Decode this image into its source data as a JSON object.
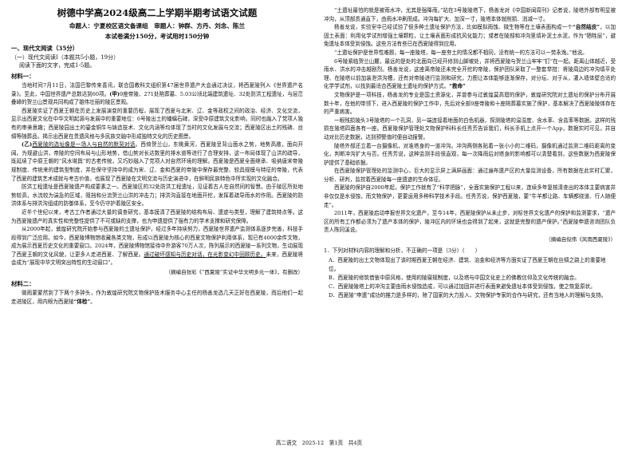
{
  "header": {
    "title": "树德中学高2024级高二上学期半期考试语文试题",
    "setters": "命题人：宁夏校区语文备课组　审题人：钟群、方丹、刘念、陈兰",
    "info": "本试卷满分150分，考试用时150分钟"
  },
  "section1": {
    "title": "一、现代文阅读（35分）",
    "sub": "（一）现代文阅读Ⅰ（本题共5小题，19分）",
    "instruction": "阅读下面的文字，完成1-5题。"
  },
  "material1": {
    "label": "材料一：",
    "p1": "当地时间7月11日，法国巴黎传来喜讯，联合国教科文组织第47届世界遗产大会通过决议，将西夏陵列入《世界遗产名录》。至此，中国世界遗产总数达到60项。",
    "p1_mark": "(甲)",
    "p1_rest": "9座帝陵、271处陪葬墓、5.03公顷北端建筑遗址、32处防洪工程遗址，与层峦叠嶂的贺兰山景观共同构成了雄伟壮丽的陵区景观。",
    "p2": "西夏陵实证了西夏王朝在历史上发展演变的重要历程，展现了西夏与北宋、辽、金等政权之间的政治、经济、文化交流，显示出西夏文化在中华文明起源与发展中的重要地位：6号陵出土的蟠螭石碑，深受中原建筑文化影响，同时也融入了党项人独有的审美意趣；西夏陵园出土的鎏金铜牛与铸造技术、文化内涵等均体现了当时的文化发展与交流；西夏陵区出土的残碑、丝绸等随葬品，揭示出西夏在贵遗风格与多民族交融中形成独特文化的历史图景。",
    "p3_mark": "(乙)",
    "p3_ul": "西夏陵的选址像是一场人与自然的默契对话",
    "p3_rest": "。西倚贺兰山，东眺黄河，西夏陵呈背山面水之势，地势高敞，面向开阔。为规避山洪，帝陵的空间布局与山形地势，借山势对长达数里的排水道等进行了合理安排，这一布局体现了山洪的疏导，既延续了中原王朝的“风水堪舆”的古老传统，又巧妙融入了党项人对自然环境的理解。西夏陵是西夏全面继承、吸纳唐宋帝陵规制度、传统来的建筑型制度，并在保守坚持中的成为宋、辽、金和西夏的帝陵中保存最完整、较具规模与特征的帝陵，代表了西夏的建筑艺术成就与考古价值，也展现了西夏陵在文明交流与历史演进中，在鲜明民族特色中所实现的文化融合。",
    "p4": "防洪工程遗址是西夏陵遗产构成要素之一。西夏陵区的32处防洪工程遗址，见证着古人在自然间的智慧。由于陵区所处地势较高，水流较为湍急的区域，阻挡和分流贺兰山洪的冲击力；排洪沟直接在地面开挖，发挥着疏导雨水的作用。西夏陵的防洪体系与排洪沟组成的防御体系，至今仍守护着陵区安全。",
    "p5": "近半个世纪以来，考古工作者通过大量的调查研究，基本摸清了西夏陵的结构布局、遗迹与类型，理解了建筑特点等。这为西夏陵遗产的真实性和完整性提供了不可或缺的支撑，也为申遗提供了强有力的学术支撑和研究保障。",
    "p6": "从2000年起，敦煌研究院开始参与西夏陵的土遗址保护，经过多年持续努力，西夏陵世界遗产监测体系逐步完善，科技手段得到广泛应用。如今，西夏陵博物馆收藏各类文物，形成以西夏陵为核心的西夏文物保护利用体系，现已有4000余件文物，成为展示西夏历史文化的重要窗口。2024年，西夏陵博物馆接待中外游客70万人次，陈列展示的西夏陵一系列文物，生动展现了西夏王朝的文化风貌，让更多人走进西夏、了解西夏。",
    "p6_ul": "通过破坏感知与历史对话，在光影变幻中回顾历史。",
    "p6_rest": "未来，西夏陵将会成为“展现中华文明突出特性的生动窗口”。",
    "source": "（摘编自张彩《“西夏陵”实证中华文明多元一体》，有删改）"
  },
  "material2": {
    "label": "材料二：",
    "p1": "微雨蒙蒙然到了下两个多钟头，作为敦煌研究院文物保护技术服务中心主任的杨善龙选几天正好在西夏陵，而后他们一起走进陵区，用内眼为西夏陵",
    "p1_bold": "“体检”",
    "p1_end": "。",
    "p2": "“土遗址最怕的就是被雨水冲，尤其是强降雨。”站在3号陵陵塔下，杨善龙对《中国新闻周刊》记者说，陵塔外部有明显被冲沟，从顶部贯通直下，由雨水冲刷而成。冲沟每扩大、加深一寸，陵塔本体就削损、消减一寸。",
    "p3": "杨善龙说，实验室中已经试验了很多种土遗址保护方法，比如模拟雨蚀、微生物等在土壤表面构成一个",
    "p3_bold": "“自然结皮”",
    "p3_rest": "，以加固土表面：利用化学试剂增强土壤颗粒，让土壤表面形成抗风化能力；或者在陵部和冲沟里填补泥土水泥，作为“牺牲层”，避免遗址本体受到侵蚀。这些方法有些已在西夏陵得到应用。",
    "p4": "“土遗址保护是世界性难题，每一座陵塔，每一座夯土的情况都不相同，没有统一的方法可以一劳永逸。”他说。",
    "p5": "6号陵紧临贺兰山麓，最远的是处的北面向已经开修到山脚坡处，并将西夏陵与贺兰山牢牢“钉”在一起。距离山体越近，受雨水、洪水的冲击越剧烈。杨善龙说，这座离帝陵还未完全开挖的帝陵，保护团队采取了一整套举措：将陵周边的冲沟填平处理、在陵塔以前加装泄洪沟槽，还有对帝陵进行监测和研究，力图让本体能够逐渐保存，对分坛、对于从，灌入墙体壁合适的化学学试剂，以找到最适合西夏陵土遗址的保护方式。",
    "p5_bold": "“救命”",
    "p6": "文物保护是一项科技，杨善龙的专业是国土资源化，并曾参与过敦煌莫高窟的保护，敦煌研究院对土遗址的保护分布开展数十年，在他的带领下，进入西夏陵的保护工作中，先后对全部9座帝陵和十座陪葬墓实施了保护，基本解决了西夏陵陵体存在的严重病害。",
    "p7": "一眼残损陵头3号陵塔的一个孔洞，另一端连接着地面的白色机器，探测陵塔的温湿度、含水率、含盐率等数据。这样的残损在陵塔四面各有一座。西夏陵保护管理处文物保护科科长任秀芳告诉我们，科长手机上点开一个App，数据实时可见，并自动对比历史数据，达到预警值时便自动报警。",
    "p8": "陵塔外部还立着一台摄像机，对准塔身的一道冲沟。冲沟两侧各贴着一张小小的二维码，摄像机通过监测二维码距离的变化，判断冲沟扩大与否。任秀芳说，这种监测手段很直观，每一次降雨后对塔身的影响都可以清楚看到，这些数据为西夏陵保护提供了基础依据。",
    "p9": "在西夏陵保护管理处的监测中心，巨大的显示屏上满屏画面：通过遍布遗产区的大量监测设备，所有数据在此实时汇聚，分析、研判，监控着西夏陵每一座遗迹的生命体征。",
    "p10": "西夏陵的保护自2000年起，保护工作就有了“科学把脉”，全面实施保护工程以来，连续多年复核清查出的本体主要病害并非仅仅是水侵蚀，而文物保护，更要运用多种科学技术手段。任秀芳说，保护西夏陵，要“牛羊都让路、车辆都绕道、行人随便走”。",
    "p11": "2011年，西夏陵启动申报世界文化遗产，至今14年，西夏陵保护从未止步，对标世界文化遗产的保护和监测要求，“遗产区的所有工作都必须为了遗产本体的保护，陵冲区内的环境也会得到了起来，这就是完整的遗产保护。”西夏陵申遗咨询团队负责人陈同溪说。",
    "source": "（摘编自倪伟《风雨西夏陵》）"
  },
  "question1": {
    "stem": "1．下列对材料内容的理解和分析，不正确的一项是（3分）（　　）",
    "A": "A．西夏陵的出土文物体现出了该时期西夏王朝在经济、建筑、治金和经济等方面实证了西夏王朝在丝绸之路上的重要地位。",
    "B": "B．西夏陵的修筑借鉴中原风格，使用的陵寝规制度，以及塔与中国文化史上的佛教信仰及文化传统的融合。",
    "C": "C．西夏陵陵塔上的冲沟主要由雨水侵蚀造成，可以通过加固并进行表面来避免遗址本体受到侵蚀，使之恢复原状。",
    "D": "D．西夏陵“申遗”成功的推力是多样的，除了国家的大力投入、文物保护专家的合作与研究，还有当地人的理解与支持。"
  },
  "footer": {
    "text": "高二语文　2025-12　第1页　共4页"
  }
}
